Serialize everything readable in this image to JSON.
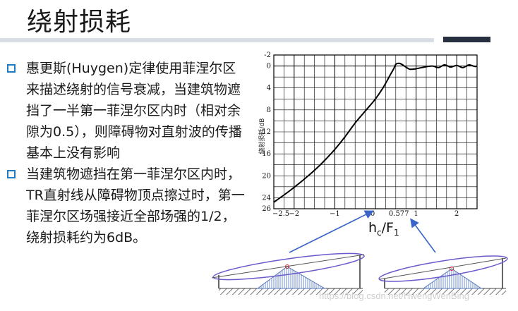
{
  "slide": {
    "title": "绕射损耗",
    "bullets": [
      "惠更斯(Huygen)定律使用菲涅尔区来描述绕射的信号衰减，当建筑物遮挡了一半第一菲涅尔区内时（相对余隙为0.5），则障碍物对直射波的传播基本上没有影响",
      "当建筑物遮挡在第一菲涅尔区内时，TR直射线从障碍物顶点擦过时，第一菲涅尔区场强接近全部场强的1/2，绕射损耗约为6dB。"
    ],
    "formula": {
      "main": "h",
      "sub1": "c",
      "mid": "/F",
      "sub2": "1"
    },
    "watermark": "https://blog.csdn.net/HwengWenBing"
  },
  "colors": {
    "accent": "#1e7bc4",
    "arrow": "#3a64c8",
    "ellipse": "#6a5acd",
    "ground_hatch": "#888888",
    "title_bar_dark": "#26303f",
    "title_bar_light": "#d9dde4"
  },
  "chart_data": {
    "type": "line",
    "ylabel": "绕射损耗/dB",
    "y_ticks": [
      "-2",
      "0",
      "4",
      "8",
      "12",
      "16",
      "20",
      "24",
      "26"
    ],
    "x_ticks": [
      "-2.5",
      "-2",
      "-1",
      "0",
      "0.577",
      "1",
      "2"
    ],
    "xlim": [
      -2.5,
      2.5
    ],
    "ylim_inverted": [
      -2,
      26
    ],
    "series": [
      {
        "x": [
          -2.5,
          -2.25,
          -2.0,
          -1.75,
          -1.5,
          -1.25,
          -1.0,
          -0.75,
          -0.5,
          -0.25,
          0.0,
          0.2,
          0.35,
          0.45,
          0.5,
          0.577,
          0.65,
          0.75,
          0.85,
          1.0,
          1.2,
          1.4,
          1.55,
          1.7,
          1.85,
          2.0,
          2.15,
          2.3,
          2.45,
          2.5
        ],
        "y": [
          24.8,
          23.5,
          22.1,
          20.6,
          19.0,
          17.2,
          15.2,
          12.9,
          10.4,
          8.2,
          6.0,
          3.8,
          1.8,
          0.5,
          -0.3,
          -0.5,
          -0.3,
          0.2,
          0.6,
          0.5,
          0.2,
          0.0,
          0.3,
          -0.2,
          0.2,
          -0.1,
          0.3,
          -0.2,
          0.1,
          0.0
        ]
      }
    ],
    "grid": true
  }
}
